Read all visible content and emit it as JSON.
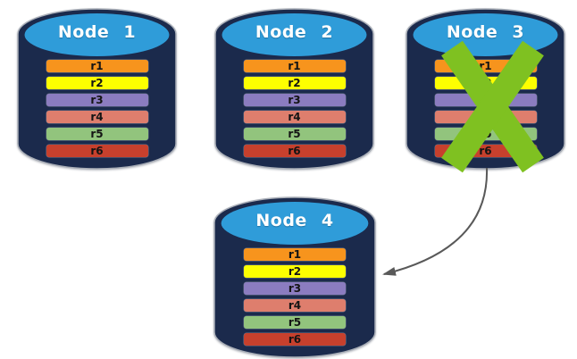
{
  "colors": {
    "background": "#FFFFFF",
    "cylinder_body": "#1B2A4C",
    "cylinder_top": "#2F9CD9",
    "cylinder_outline": "#A9AEB7",
    "node_title_text": "#FFFFFF",
    "row_label_text": "#141414"
  },
  "failure_mark": {
    "icon": "x-mark-icon",
    "color": "#7FC121",
    "on_node": "Node 3"
  },
  "arrow": {
    "icon": "curved-arrow-icon",
    "color": "#595959",
    "from": "Node 3",
    "to": "Node 4"
  },
  "nodes": [
    {
      "title": "Node 1",
      "status": "active",
      "rows": [
        {
          "label": "r1",
          "color": "#F7941D"
        },
        {
          "label": "r2",
          "color": "#FDFF00"
        },
        {
          "label": "r3",
          "color": "#8B7CC0"
        },
        {
          "label": "r4",
          "color": "#DE7E6D"
        },
        {
          "label": "r5",
          "color": "#92C47D"
        },
        {
          "label": "r6",
          "color": "#C7402D"
        }
      ]
    },
    {
      "title": "Node 2",
      "status": "active",
      "rows": [
        {
          "label": "r1",
          "color": "#F7941D"
        },
        {
          "label": "r2",
          "color": "#FDFF00"
        },
        {
          "label": "r3",
          "color": "#8B7CC0"
        },
        {
          "label": "r4",
          "color": "#DE7E6D"
        },
        {
          "label": "r5",
          "color": "#92C47D"
        },
        {
          "label": "r6",
          "color": "#C7402D"
        }
      ]
    },
    {
      "title": "Node 3",
      "status": "failed",
      "rows": [
        {
          "label": "r1",
          "color": "#F7941D"
        },
        {
          "label": "r2",
          "color": "#FDFF00"
        },
        {
          "label": "r3",
          "color": "#8B7CC0"
        },
        {
          "label": "r4",
          "color": "#DE7E6D"
        },
        {
          "label": "r5",
          "color": "#92C47D"
        },
        {
          "label": "r6",
          "color": "#C7402D"
        }
      ]
    },
    {
      "title": "Node 4",
      "status": "active",
      "rows": [
        {
          "label": "r1",
          "color": "#F7941D"
        },
        {
          "label": "r2",
          "color": "#FDFF00"
        },
        {
          "label": "r3",
          "color": "#8B7CC0"
        },
        {
          "label": "r4",
          "color": "#DE7E6D"
        },
        {
          "label": "r5",
          "color": "#92C47D"
        },
        {
          "label": "r6",
          "color": "#C7402D"
        }
      ]
    }
  ]
}
